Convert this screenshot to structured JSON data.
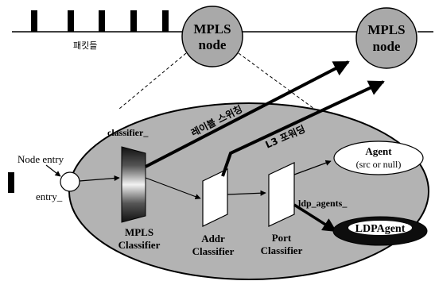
{
  "top": {
    "packet_label": "패킷들",
    "node_label": [
      "MPLS",
      "node"
    ]
  },
  "main": {
    "node_entry": "Node entry",
    "entry": "entry_",
    "classifier": "classifier_",
    "label_switching": "레이블 스위칭",
    "l3_routing": "L3 포워딩",
    "mpls_classifier": [
      "MPLS",
      "Classifier"
    ],
    "addr_classifier": [
      "Addr",
      "Classifier"
    ],
    "port_classifier": [
      "Port",
      "Classifier"
    ],
    "agent": [
      "Agent",
      "(src or null)"
    ],
    "ldp_agents": "ldp_agents_",
    "ldp_agent": "LDPAgent"
  },
  "colors": {
    "node_fill": "#a9a9a9",
    "region_fill": "#b3b3b3",
    "ldp_fill": "#0d0d0d",
    "line": "#000000"
  }
}
